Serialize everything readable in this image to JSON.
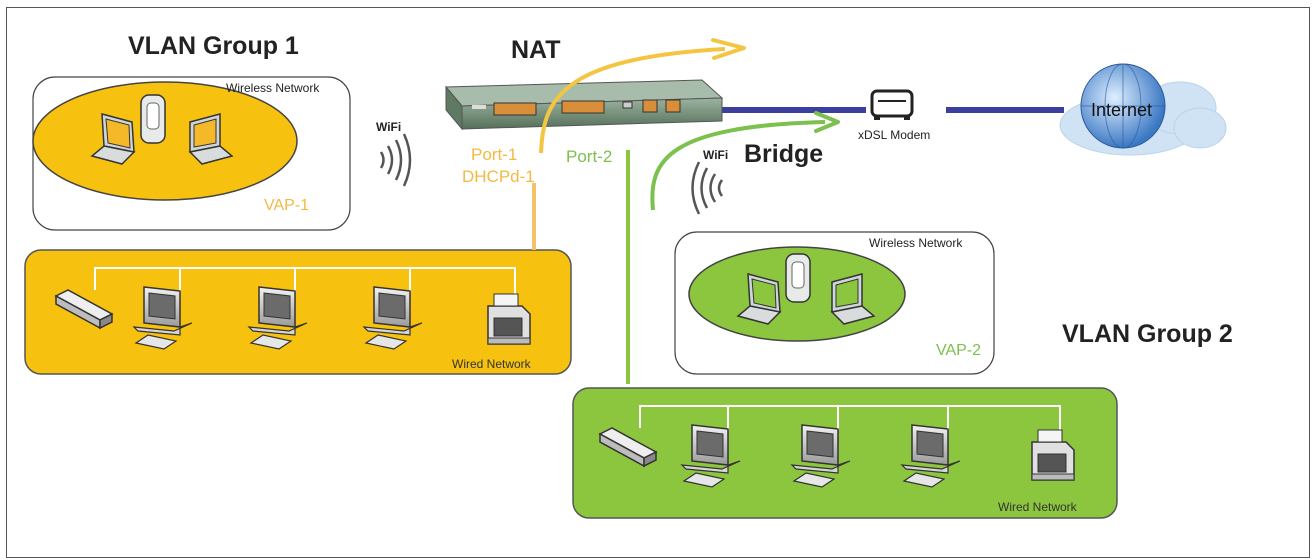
{
  "groups": {
    "group1": "VLAN Group 1",
    "group2": "VLAN Group 2"
  },
  "modes": {
    "nat": "NAT",
    "bridge": "Bridge"
  },
  "wifi_labels": {
    "left": "WiFi",
    "right": "WiFi"
  },
  "ports": {
    "port1": "Port-1",
    "dhcp1": "DHCPd-1",
    "port2": "Port-2"
  },
  "wireless": {
    "net1_title": "Wireless Network",
    "vap1": "VAP-1",
    "net2_title": "Wireless Network",
    "vap2": "VAP-2"
  },
  "wired": {
    "net1_title": "Wired Network",
    "net2_title": "Wired Network"
  },
  "wan": {
    "modem": "xDSL Modem",
    "internet": "Internet"
  },
  "colors": {
    "group1": "#f7c20f",
    "group2": "#8cc63f",
    "nat_arrow": "#f4c542",
    "bridge_arrow": "#7cc04e",
    "wan_line": "#3b3fa0",
    "router_body": "#6e8c74"
  },
  "icons": [
    "laptop-icon",
    "access-point-icon",
    "wifi-signal-icon",
    "router-icon",
    "modem-icon",
    "globe-icon",
    "cloud-icon",
    "switch-icon",
    "desktop-pc-icon",
    "printer-icon"
  ]
}
